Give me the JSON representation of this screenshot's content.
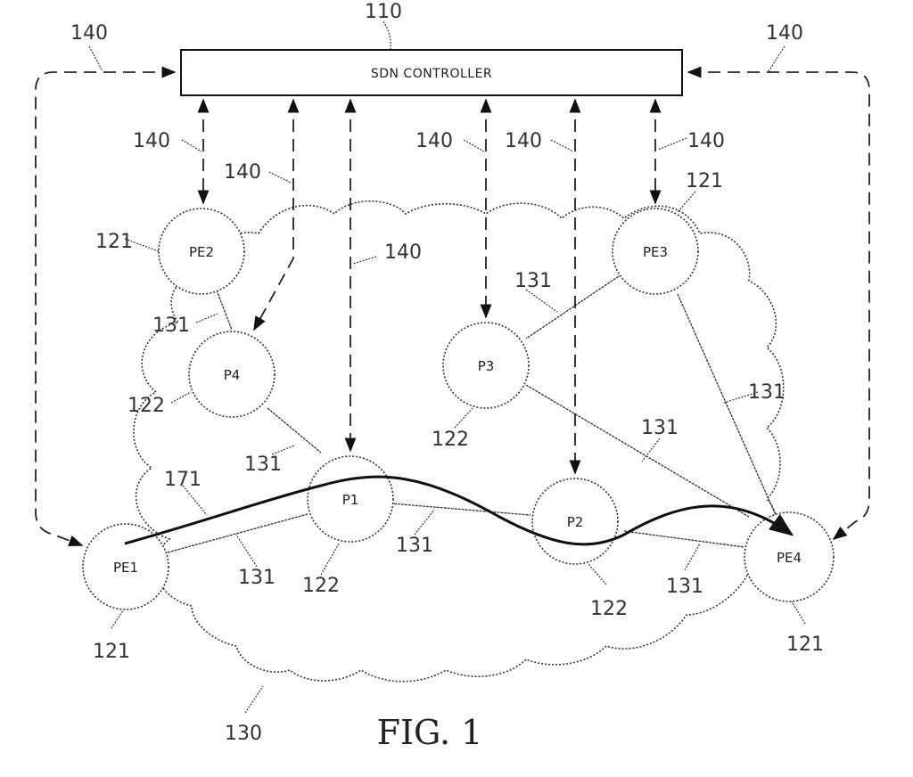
{
  "figure": {
    "caption": "FIG. 1",
    "controller": {
      "label": "SDN CONTROLLER",
      "ref": "110"
    },
    "network": {
      "ref": "130"
    },
    "nodes": [
      {
        "id": "PE1",
        "label": "PE1",
        "ref": "121",
        "type": "provider-edge"
      },
      {
        "id": "PE2",
        "label": "PE2",
        "ref": "121",
        "type": "provider-edge"
      },
      {
        "id": "PE3",
        "label": "PE3",
        "ref": "121",
        "type": "provider-edge"
      },
      {
        "id": "PE4",
        "label": "PE4",
        "ref": "121",
        "type": "provider-edge"
      },
      {
        "id": "P1",
        "label": "P1",
        "ref": "122",
        "type": "provider"
      },
      {
        "id": "P2",
        "label": "P2",
        "ref": "122",
        "type": "provider"
      },
      {
        "id": "P3",
        "label": "P3",
        "ref": "122",
        "type": "provider"
      },
      {
        "id": "P4",
        "label": "P4",
        "ref": "122",
        "type": "provider"
      }
    ],
    "links": [
      {
        "from": "PE2",
        "to": "P4",
        "ref": "131"
      },
      {
        "from": "P4",
        "to": "P1",
        "ref": "131"
      },
      {
        "from": "PE1",
        "to": "P1",
        "ref": "131"
      },
      {
        "from": "P1",
        "to": "P2",
        "ref": "131"
      },
      {
        "from": "P2",
        "to": "PE4",
        "ref": "131"
      },
      {
        "from": "PE3",
        "to": "P3",
        "ref": "131"
      },
      {
        "from": "P3",
        "to": "PE4",
        "ref": "131"
      },
      {
        "from": "PE3",
        "to": "PE4",
        "ref": "131"
      }
    ],
    "control_links_ref": "140",
    "control_links": [
      "PE1",
      "PE2",
      "P4",
      "P1",
      "P3",
      "P2",
      "PE3",
      "PE4"
    ],
    "path": {
      "ref": "171",
      "from": "PE1",
      "to": "PE4",
      "via": [
        "P1",
        "P2"
      ]
    },
    "ref_labels": {
      "r110": "110",
      "r140": "140",
      "r121": "121",
      "r122": "122",
      "r131": "131",
      "r171": "171",
      "r130": "130"
    }
  }
}
